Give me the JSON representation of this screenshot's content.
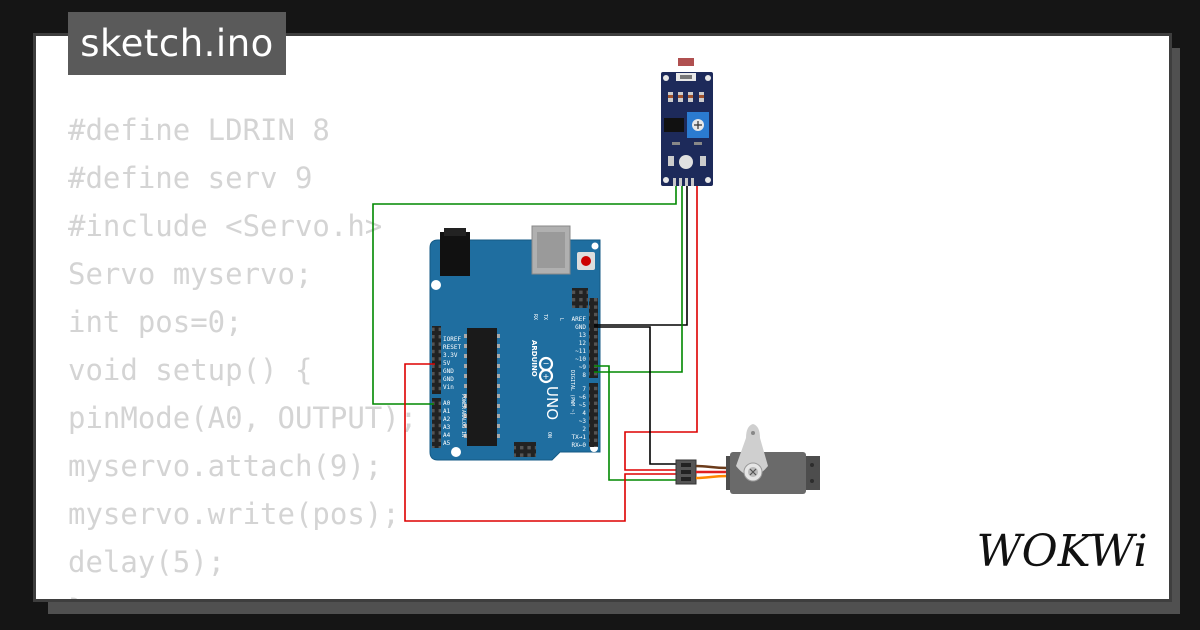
{
  "file_tab": {
    "title": "sketch.ino"
  },
  "code": {
    "lines": [
      "#define LDRIN 8",
      "#define serv 9",
      "#include <Servo.h>",
      "Servo myservo;",
      "int pos=0;",
      "void setup() {",
      "pinMode(A0, OUTPUT);",
      "myservo.attach(9);",
      "myservo.write(pos);",
      "delay(5);",
      "}"
    ]
  },
  "diagram": {
    "components": [
      {
        "name": "Arduino UNO",
        "icon": "arduino-uno-board"
      },
      {
        "name": "LDR light sensor module",
        "icon": "ldr-sensor-module"
      },
      {
        "name": "Servo motor",
        "icon": "servo-motor"
      }
    ],
    "board": {
      "brand": "ARDUINO",
      "model": "UNO",
      "power_header_labels": [
        "IOREF",
        "RESET",
        "3.3V",
        "5V",
        "GND",
        "GND",
        "Vin"
      ],
      "power_header_title": "POWER",
      "analog_header_labels": [
        "A0",
        "A1",
        "A2",
        "A3",
        "A4",
        "A5"
      ],
      "analog_header_title": "ANALOG IN",
      "digital_header_labels": [
        "AREF",
        "GND",
        "13",
        "12",
        "~11",
        "~10",
        "~9",
        "8",
        "7",
        "~6",
        "~5",
        "4",
        "~3",
        "2",
        "TX→1",
        "RX←0"
      ],
      "digital_header_title": "DIGITAL (PWM ~)",
      "led_labels": [
        "L",
        "TX",
        "RX"
      ],
      "on_label": "ON"
    },
    "wire_colors": {
      "ground": "#000000",
      "power": "#dd0000",
      "signal": "#008800",
      "servo_brown": "#6b3b1a",
      "servo_red": "#e02020",
      "servo_orange": "#ff8800"
    }
  },
  "logo": {
    "text": "WOKWi"
  }
}
